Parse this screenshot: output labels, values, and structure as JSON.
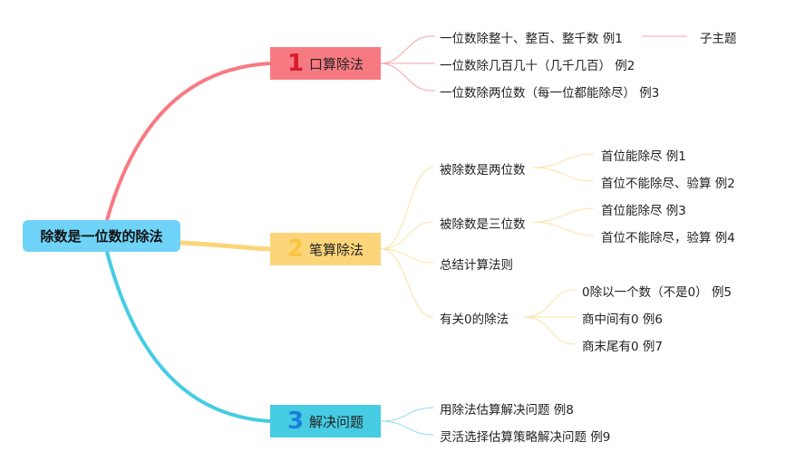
{
  "root": {
    "label": "除数是一位数的除法"
  },
  "branches": [
    {
      "num": "1",
      "label": "口算除法",
      "color": "#f77a82",
      "children": [
        {
          "label": "一位数除整十、整百、整千数 例1"
        },
        {
          "label": "一位数除几百几十（几千几百） 例2"
        },
        {
          "label": "一位数除两位数（每一位都能除尽） 例3"
        }
      ]
    },
    {
      "num": "2",
      "label": "笔算除法",
      "color": "#fcd57a",
      "children": [
        {
          "label": "被除数是两位数",
          "children": [
            {
              "label": "首位能除尽 例1"
            },
            {
              "label": "首位不能除尽、验算 例2"
            }
          ]
        },
        {
          "label": "被除数是三位数",
          "children": [
            {
              "label": "首位能除尽 例3"
            },
            {
              "label": "首位不能除尽，验算 例4"
            }
          ]
        },
        {
          "label": "总结计算法则"
        },
        {
          "label": "有关0的除法",
          "children": [
            {
              "label": "0除以一个数（不是0） 例5"
            },
            {
              "label": "商中间有0 例6"
            },
            {
              "label": "商末尾有0 例7"
            }
          ]
        }
      ]
    },
    {
      "num": "3",
      "label": "解决问题",
      "color": "#46cce3",
      "children": [
        {
          "label": "用除法估算解决问题 例8"
        },
        {
          "label": "灵活选择估算策略解决问题 例9"
        }
      ]
    }
  ],
  "callout": {
    "label": "子主题",
    "line_color": "#f5a3a8"
  }
}
